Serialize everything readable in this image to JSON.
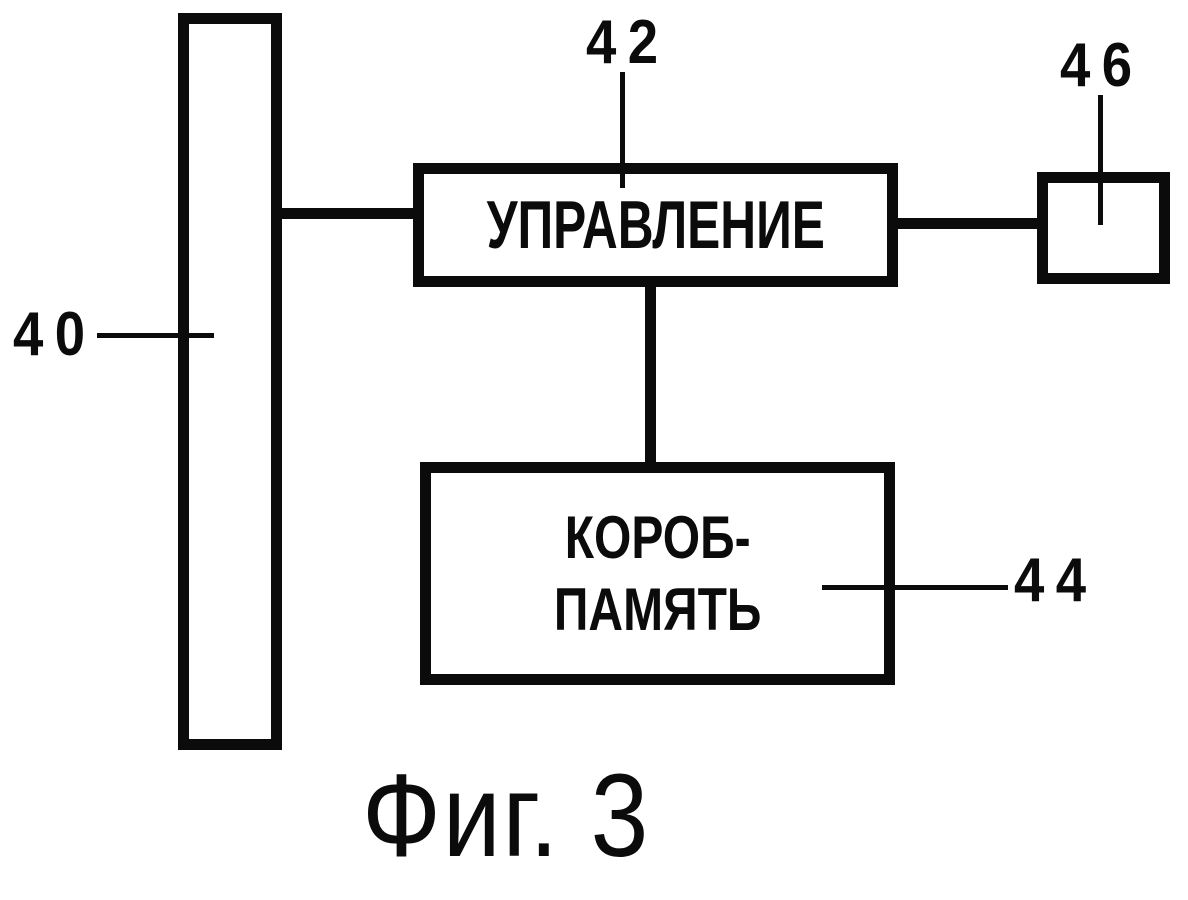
{
  "figure": {
    "type": "patent-block-diagram",
    "caption": "Фиг. 3"
  },
  "nodes": {
    "bar": {
      "ref": "40",
      "label": ""
    },
    "control": {
      "ref": "42",
      "label": "УПРАВЛЕНИЕ"
    },
    "memory": {
      "ref": "44",
      "label_line1": "КОРОБ-",
      "label_line2": "ПАМЯТЬ"
    },
    "small_box": {
      "ref": "46",
      "label": ""
    }
  },
  "edges": [
    {
      "from": "40",
      "to": "42"
    },
    {
      "from": "42",
      "to": "46"
    },
    {
      "from": "42",
      "to": "44"
    }
  ],
  "colors": {
    "ink": "#0b0b0b",
    "paper": "#ffffff"
  }
}
